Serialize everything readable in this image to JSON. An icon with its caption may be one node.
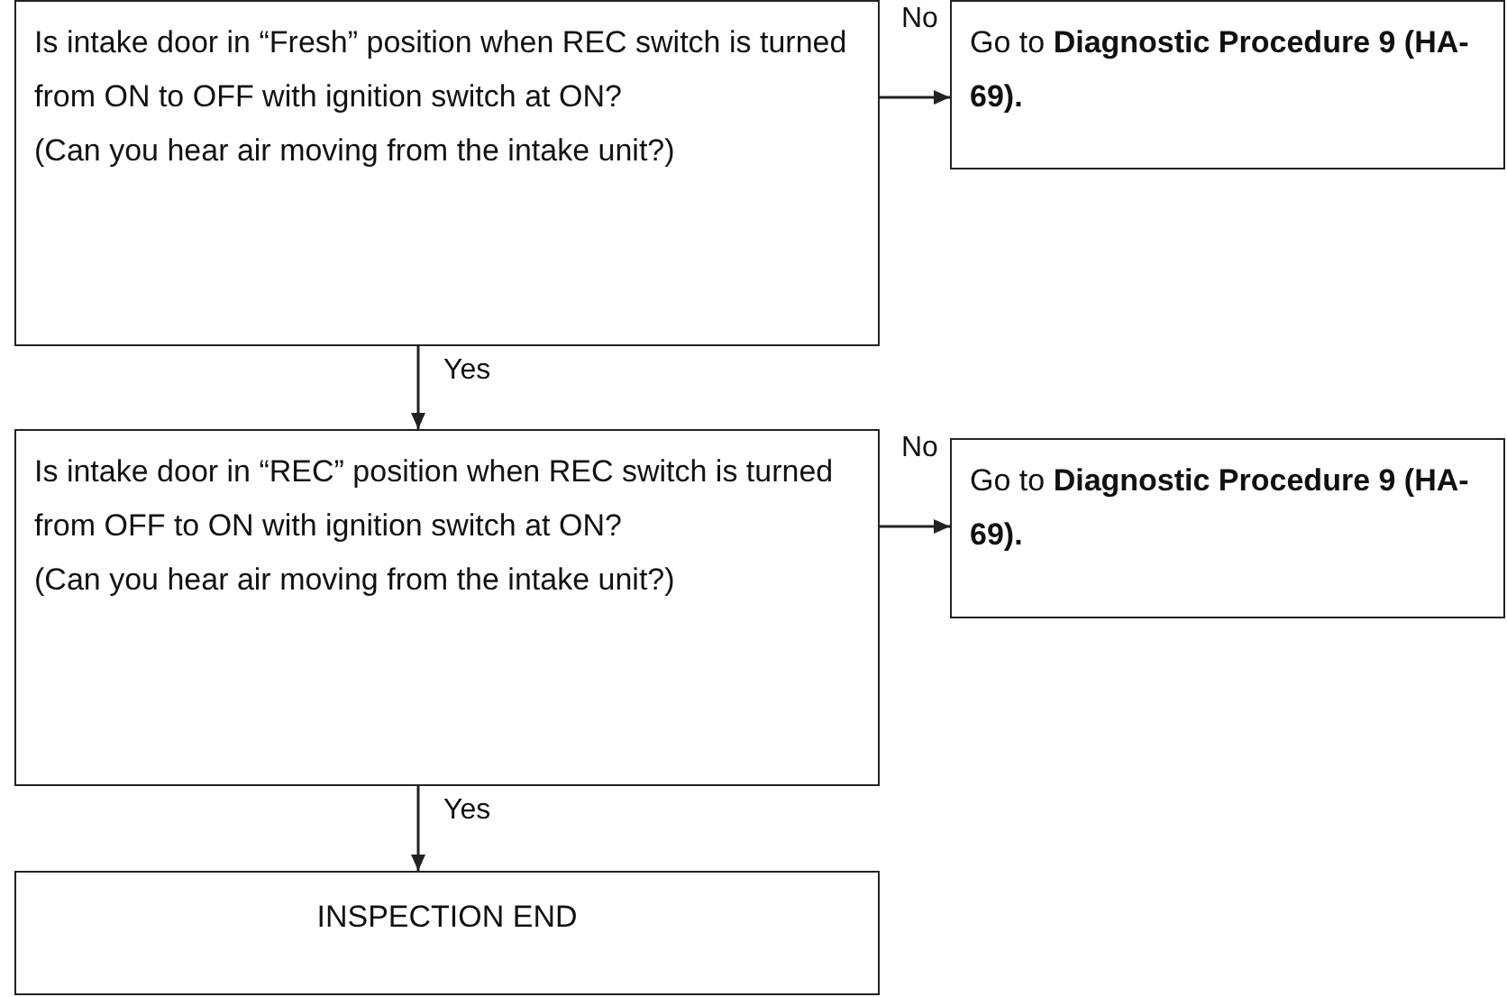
{
  "diagram": {
    "nodes": [
      {
        "text": [
          "Is intake door in “Fresh” position when REC switch is turned from ON to OFF with ignition switch at ON?",
          "(Can you hear air moving from the intake unit?)"
        ]
      },
      {
        "text": [
          "Go to **Diagnostic Procedure 9 (HA-69).**"
        ]
      },
      {
        "text": [
          "Is intake door in “REC” position when REC switch is turned from OFF to ON with ignition switch at ON?",
          "(Can you hear air moving from the intake unit?)"
        ]
      },
      {
        "text": [
          "Go to **Diagnostic Procedure 9 (HA-69).**"
        ]
      },
      {
        "text": [
          "INSPECTION END"
        ]
      }
    ],
    "edges": [
      {
        "from": 0,
        "to": 1,
        "arrow": "to",
        "label": "No"
      },
      {
        "from": 0,
        "to": 2,
        "arrow": "to",
        "label": "Yes"
      },
      {
        "from": 2,
        "to": 3,
        "arrow": "to",
        "label": "No"
      },
      {
        "from": 2,
        "to": 4,
        "arrow": "to",
        "label": "Yes"
      }
    ]
  }
}
